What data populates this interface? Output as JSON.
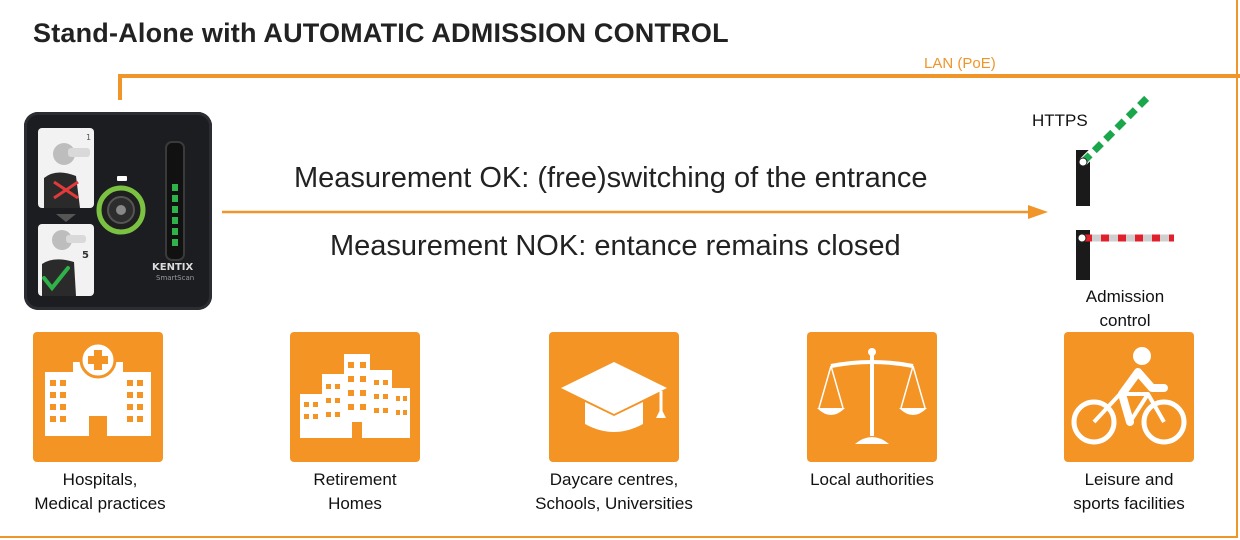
{
  "title": "Stand-Alone with AUTOMATIC ADMISSION CONTROL",
  "lan_label": "LAN (PoE)",
  "device": {
    "brand": "KENTIX",
    "model": "SmartScan",
    "icon": "alcohol-tester-device"
  },
  "messages": {
    "ok": "Measurement OK: (free)switching of the entrance",
    "nok": "Measurement NOK: entance remains closed"
  },
  "barrier": {
    "https_label": "HTTPS",
    "caption_line1": "Admission",
    "caption_line2": "control",
    "open_color": "#1aa64a",
    "closed_color": "#e0202a"
  },
  "colors": {
    "accent": "#f0952a",
    "tile": "#f39424"
  },
  "facilities": [
    {
      "icon": "hospital-icon",
      "line1": "Hospitals,",
      "line2": "Medical practices"
    },
    {
      "icon": "buildings-icon",
      "line1": "Retirement",
      "line2": "Homes"
    },
    {
      "icon": "graduation-cap-icon",
      "line1": "Daycare centres,",
      "line2": "Schools, Universities"
    },
    {
      "icon": "scales-icon",
      "line1": "Local authorities",
      "line2": ""
    },
    {
      "icon": "cyclist-icon",
      "line1": "Leisure and",
      "line2": "sports facilities"
    }
  ]
}
